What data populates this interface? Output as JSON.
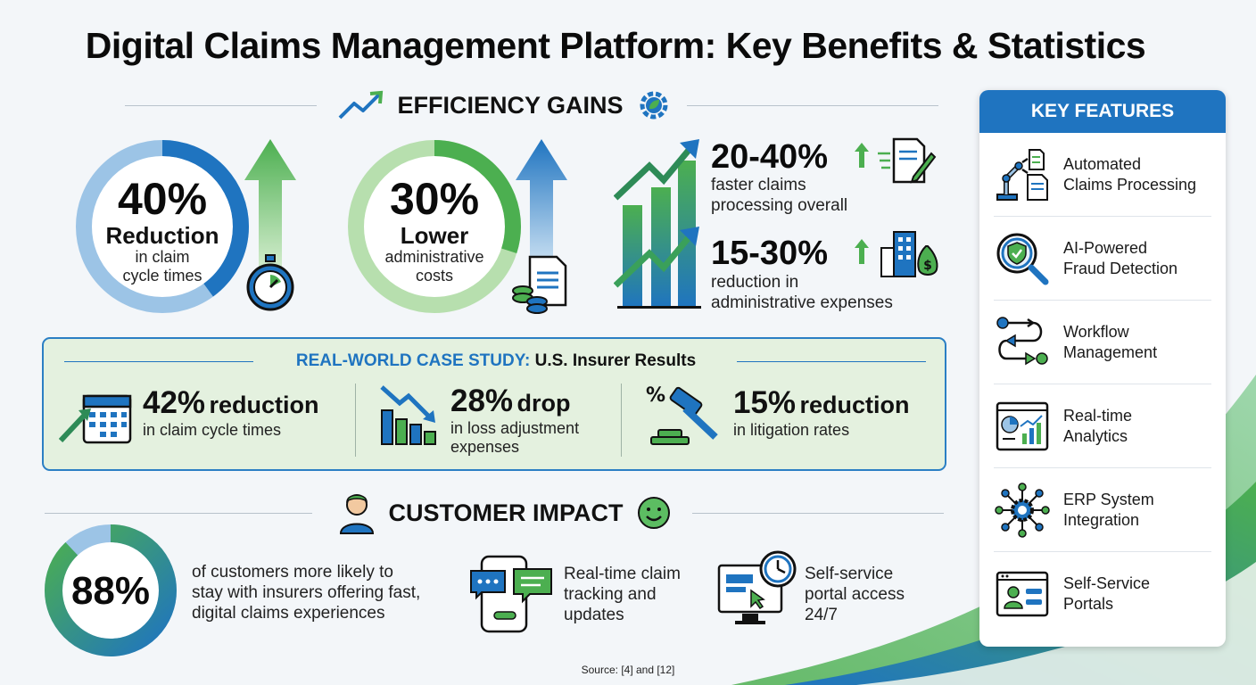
{
  "title": "Digital Claims Management Platform: Key Benefits & Statistics",
  "efficiency": {
    "heading": "EFFICIENCY GAINS",
    "stat1": {
      "value": "40%",
      "label": "Reduction",
      "sub1": "in claim",
      "sub2": "cycle times",
      "fill": 0.4
    },
    "stat2": {
      "value": "30%",
      "label": "Lower",
      "sub1": "administrative",
      "sub2": "costs",
      "fill": 0.3
    },
    "stat3": {
      "value": "20-40%",
      "sub1": "faster claims",
      "sub2": "processing overall"
    },
    "stat4": {
      "value": "15-30%",
      "sub1": "reduction in",
      "sub2": "administrative expenses"
    }
  },
  "case_study": {
    "title_a": "REAL-WORLD CASE STUDY:",
    "title_b": "U.S. Insurer Results",
    "items": [
      {
        "num": "42%",
        "word": "reduction",
        "sub1": "in claim cycle times",
        "sub2": ""
      },
      {
        "num": "28%",
        "word": "drop",
        "sub1": "in loss adjustment",
        "sub2": "expenses"
      },
      {
        "num": "15%",
        "word": "reduction",
        "sub1": "in litigation rates",
        "sub2": ""
      }
    ]
  },
  "customer": {
    "heading": "CUSTOMER IMPACT",
    "stat": {
      "value": "88%",
      "fill": 0.88,
      "line1": "of customers more likely to",
      "line2": "stay with insurers offering fast,",
      "line3": "digital claims experiences"
    },
    "tracking": {
      "line1": "Real-time claim",
      "line2": "tracking and",
      "line3": "updates"
    },
    "portal": {
      "line1": "Self-service",
      "line2": "portal access",
      "line3": "24/7"
    }
  },
  "key_features": {
    "heading": "KEY FEATURES",
    "items": [
      {
        "line1": "Automated",
        "line2": "Claims Processing",
        "icon": "robot-arm-document-icon"
      },
      {
        "line1": "AI-Powered",
        "line2": "Fraud Detection",
        "icon": "magnifier-shield-icon"
      },
      {
        "line1": "Workflow",
        "line2": "Management",
        "icon": "workflow-arrows-icon"
      },
      {
        "line1": "Real-time",
        "line2": "Analytics",
        "icon": "analytics-dashboard-icon"
      },
      {
        "line1": "ERP System",
        "line2": "Integration",
        "icon": "network-gear-icon"
      },
      {
        "line1": "Self-Service",
        "line2": "Portals",
        "icon": "user-portal-icon"
      }
    ]
  },
  "source": "Source: [4] and [12]",
  "colors": {
    "blue": "#1f74c0",
    "green": "#4caf50",
    "light_blue": "#9cc4e6",
    "light_green": "#b7dfae"
  }
}
